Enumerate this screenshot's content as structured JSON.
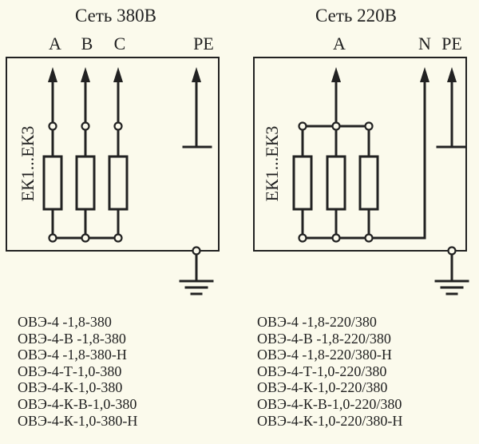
{
  "left": {
    "title": "Сеть 380В",
    "phase_labels": [
      "A",
      "B",
      "C"
    ],
    "pe_label": "PE",
    "element_label": "ЕК1...ЕК3",
    "models": [
      "ОВЭ-4 -1,8-380",
      "ОВЭ-4-В -1,8-380",
      "ОВЭ-4 -1,8-380-Н",
      "ОВЭ-4-Т-1,0-380",
      "ОВЭ-4-К-1,0-380",
      "ОВЭ-4-К-В-1,0-380",
      "ОВЭ-4-К-1,0-380-Н"
    ]
  },
  "right": {
    "title": "Сеть 220В",
    "phase_label": "A",
    "n_label": "N",
    "pe_label": "PE",
    "element_label": "ЕК1...ЕК3",
    "models": [
      "ОВЭ-4 -1,8-220/380",
      "ОВЭ-4-В -1,8-220/380",
      "ОВЭ-4 -1,8-220/380-Н",
      "ОВЭ-4-Т-1,0-220/380",
      "ОВЭ-4-К-1,0-220/380",
      "ОВЭ-4-К-В-1,0-220/380",
      "ОВЭ-4-К-1,0-220/380-Н"
    ]
  }
}
